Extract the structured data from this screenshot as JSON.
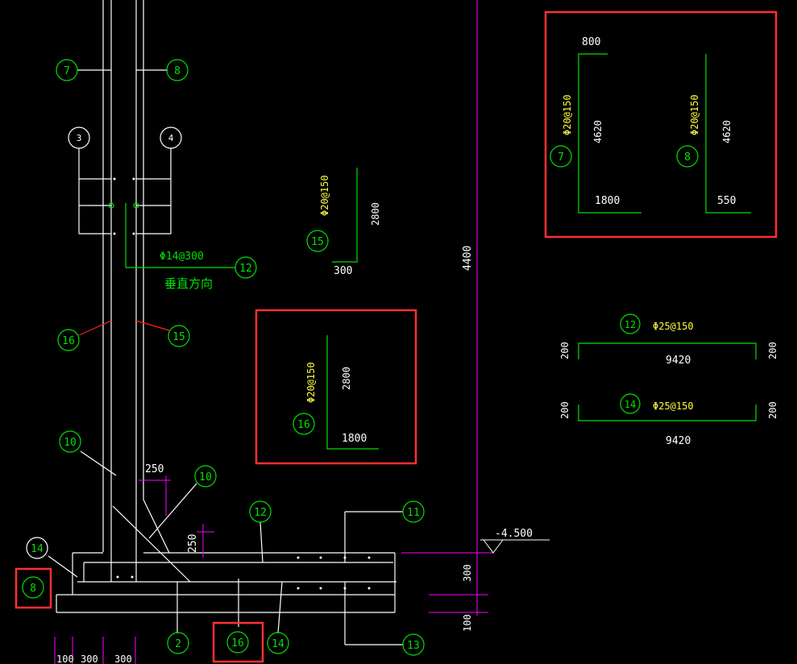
{
  "colors": {
    "background": "#000000",
    "line": "#ffffff",
    "bubble": "#00e000",
    "text_green": "#00e000",
    "text_yellow": "#ffff40",
    "dimension": "#ff00ff",
    "leader_red": "#ff2020",
    "highlight_box": "#ff3030"
  },
  "section": {
    "bubbles": {
      "b7": "7",
      "b8": "8",
      "b3": "3",
      "b4": "4",
      "b12": "12",
      "b16a": "16",
      "b15a": "15",
      "b10a": "10",
      "b10b": "10",
      "b14a": "14",
      "b8b": "8",
      "b12b": "12",
      "b11": "11",
      "b2": "2",
      "b16b": "16",
      "b14b": "14",
      "b13": "13"
    },
    "rebar_label": "Φ14@300",
    "direction_label": "垂直方向",
    "dim_250_top": "250",
    "dim_250_side": "250",
    "elevation": "-4.500",
    "dim_4400": "4400",
    "dim_300": "300",
    "dim_100": "100",
    "bottom_dims": [
      "100",
      "300",
      "300"
    ]
  },
  "bar15": {
    "number": "15",
    "spec": "Φ20@150",
    "length": "2800",
    "leg": "300"
  },
  "bar16": {
    "number": "16",
    "spec": "Φ20@150",
    "length": "2800",
    "leg": "1800"
  },
  "bar7": {
    "number": "7",
    "spec": "Φ20@150",
    "top": "800",
    "length": "4620",
    "leg": "1800"
  },
  "bar8": {
    "number": "8",
    "spec": "Φ20@150",
    "length": "4620",
    "leg": "550"
  },
  "bar12": {
    "number": "12",
    "spec": "Φ25@150",
    "left": "200",
    "length": "9420",
    "right": "200"
  },
  "bar14": {
    "number": "14",
    "spec": "Φ25@150",
    "left": "200",
    "length": "9420",
    "right": "200"
  }
}
